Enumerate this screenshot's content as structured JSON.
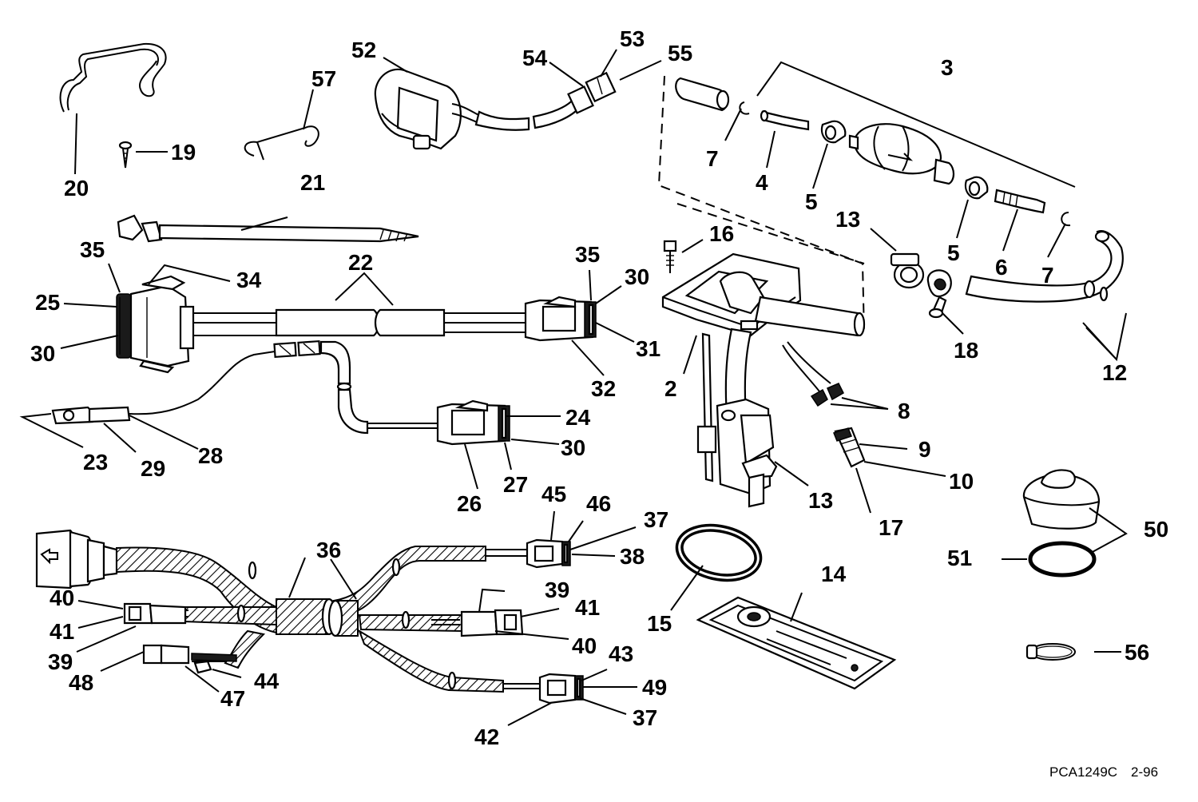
{
  "diagram": {
    "callouts": [
      {
        "id": "c20",
        "text": "20"
      },
      {
        "id": "c19",
        "text": "19"
      },
      {
        "id": "c57",
        "text": "57"
      },
      {
        "id": "c52",
        "text": "52"
      },
      {
        "id": "c54",
        "text": "54"
      },
      {
        "id": "c53",
        "text": "53"
      },
      {
        "id": "c55",
        "text": "55"
      },
      {
        "id": "c3",
        "text": "3"
      },
      {
        "id": "c7a",
        "text": "7"
      },
      {
        "id": "c4",
        "text": "4"
      },
      {
        "id": "c5a",
        "text": "5"
      },
      {
        "id": "c5b",
        "text": "5"
      },
      {
        "id": "c6",
        "text": "6"
      },
      {
        "id": "c7b",
        "text": "7"
      },
      {
        "id": "c13a",
        "text": "13"
      },
      {
        "id": "c21",
        "text": "21"
      },
      {
        "id": "c16",
        "text": "16"
      },
      {
        "id": "c35a",
        "text": "35"
      },
      {
        "id": "c34",
        "text": "34"
      },
      {
        "id": "c22",
        "text": "22"
      },
      {
        "id": "c35b",
        "text": "35"
      },
      {
        "id": "c30a",
        "text": "30"
      },
      {
        "id": "c25",
        "text": "25"
      },
      {
        "id": "c30b",
        "text": "30"
      },
      {
        "id": "c31",
        "text": "31"
      },
      {
        "id": "c32",
        "text": "32"
      },
      {
        "id": "c2",
        "text": "2"
      },
      {
        "id": "c18",
        "text": "18"
      },
      {
        "id": "c12",
        "text": "12"
      },
      {
        "id": "c8",
        "text": "8"
      },
      {
        "id": "c24",
        "text": "24"
      },
      {
        "id": "c30c",
        "text": "30"
      },
      {
        "id": "c23",
        "text": "23"
      },
      {
        "id": "c29",
        "text": "29"
      },
      {
        "id": "c28",
        "text": "28"
      },
      {
        "id": "c26",
        "text": "26"
      },
      {
        "id": "c27",
        "text": "27"
      },
      {
        "id": "c9",
        "text": "9"
      },
      {
        "id": "c10",
        "text": "10"
      },
      {
        "id": "c17",
        "text": "17"
      },
      {
        "id": "c13b",
        "text": "13"
      },
      {
        "id": "c45",
        "text": "45"
      },
      {
        "id": "c46",
        "text": "46"
      },
      {
        "id": "c37a",
        "text": "37"
      },
      {
        "id": "c38",
        "text": "38"
      },
      {
        "id": "c36",
        "text": "36"
      },
      {
        "id": "c50",
        "text": "50"
      },
      {
        "id": "c51",
        "text": "51"
      },
      {
        "id": "c14",
        "text": "14"
      },
      {
        "id": "c15",
        "text": "15"
      },
      {
        "id": "c40a",
        "text": "40"
      },
      {
        "id": "c41a",
        "text": "41"
      },
      {
        "id": "c39a",
        "text": "39"
      },
      {
        "id": "c39b",
        "text": "39"
      },
      {
        "id": "c41b",
        "text": "41"
      },
      {
        "id": "c40b",
        "text": "40"
      },
      {
        "id": "c48",
        "text": "48"
      },
      {
        "id": "c44",
        "text": "44"
      },
      {
        "id": "c47",
        "text": "47"
      },
      {
        "id": "c43",
        "text": "43"
      },
      {
        "id": "c49",
        "text": "49"
      },
      {
        "id": "c37b",
        "text": "37"
      },
      {
        "id": "c42",
        "text": "42"
      },
      {
        "id": "c56",
        "text": "56"
      }
    ],
    "drawing_code": "PCA1249C",
    "revision_date": "2-96"
  }
}
